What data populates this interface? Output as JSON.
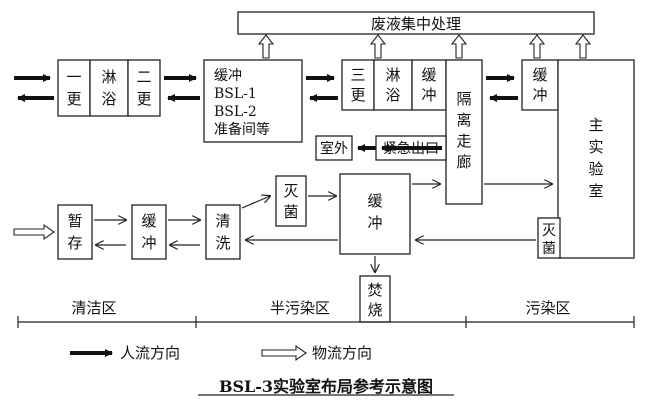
{
  "title": "BSL-3实验室布局参考示意图",
  "rooms": {
    "waste": "废液集中处理",
    "change1": [
      "一",
      "更"
    ],
    "shower1": [
      "淋",
      "浴"
    ],
    "change2": [
      "二",
      "更"
    ],
    "buffer_prep": [
      "缓冲",
      "BSL-1",
      "BSL-2",
      "准备间等"
    ],
    "change3": [
      "三",
      "更"
    ],
    "shower2": [
      "淋",
      "浴"
    ],
    "buffer2": [
      "缓",
      "冲"
    ],
    "corridor": [
      "隔",
      "离",
      "走",
      "廊"
    ],
    "buffer3": [
      "缓",
      "冲"
    ],
    "main_lab": [
      "主",
      "实",
      "验",
      "室"
    ],
    "outside": "室外",
    "emergency_exit": "紧急出口",
    "temp_store": [
      "暂",
      "存"
    ],
    "buffer4": [
      "缓",
      "冲"
    ],
    "wash": [
      "清",
      "洗"
    ],
    "sterilize1": [
      "灭",
      "菌"
    ],
    "buffer_center": [
      "缓",
      "冲"
    ],
    "incinerate": [
      "焚",
      "烧"
    ],
    "sterilize2": [
      "灭",
      "菌"
    ]
  },
  "zones": [
    "清洁区",
    "半污染区",
    "污染区"
  ],
  "legend": {
    "people": "人流方向",
    "material": "物流方向"
  }
}
